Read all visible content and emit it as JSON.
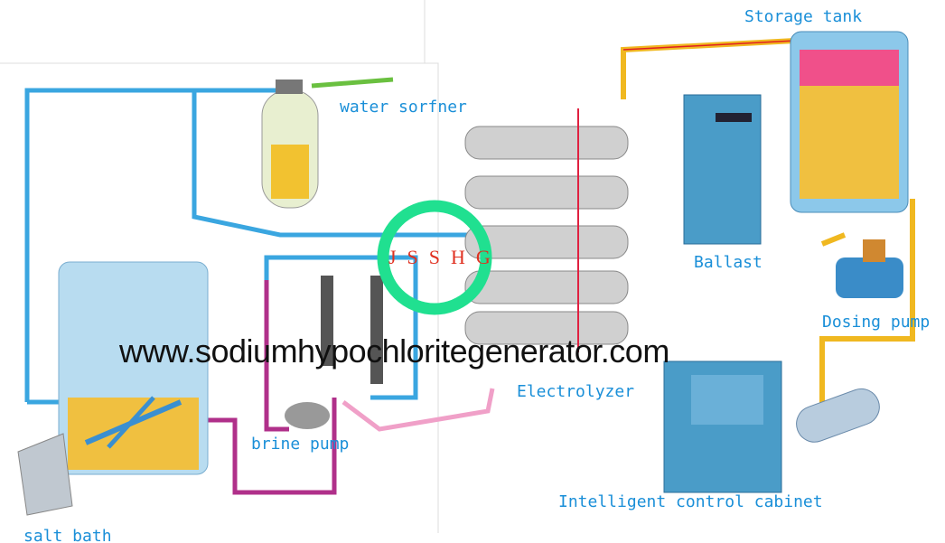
{
  "labels": {
    "water_softener": "water sorfner",
    "storage_tank": "Storage tank",
    "ballast": "Ballast",
    "dosing_pump": "Dosing pump",
    "electrolyzer": "Electrolyzer",
    "brine_pump": "brine pump",
    "salt_bath": "salt bath",
    "control_cabinet": "Intelligent control cabinet"
  },
  "watermark": "www.sodiumhypochloritegenerator.com",
  "logo": "JSSHG",
  "colors": {
    "water_pipe": "#3aa6e0",
    "brine_pipe": "#b0308a",
    "product_pipe": "#f0b820",
    "label": "#1a8fd8",
    "logo_text": "#e03020"
  }
}
